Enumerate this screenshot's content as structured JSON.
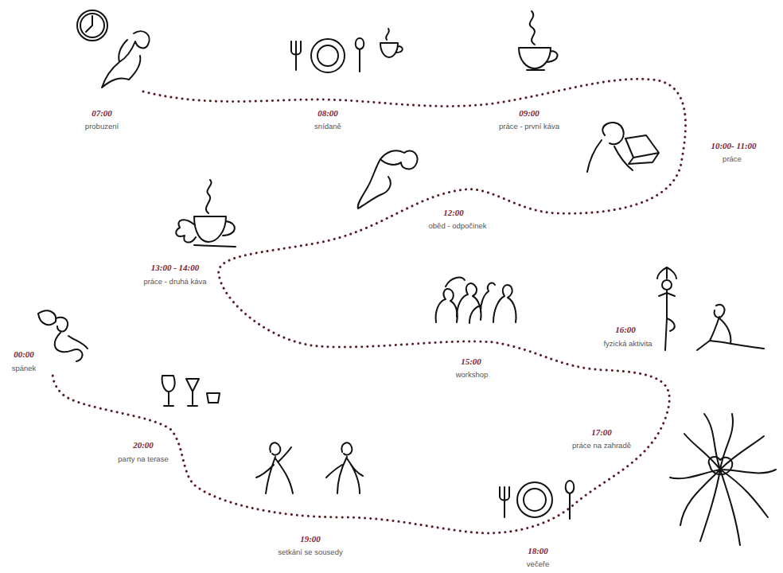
{
  "diagram": {
    "labels": [
      "07:00",
      "probuzení",
      "08:00",
      "snídaně",
      "09:00",
      "práce - první káva",
      "10:00- 11:00",
      "práce",
      "12:00",
      "oběd - odpočinek",
      "13:00 - 14:00",
      "práce - druhá káva",
      "15:00",
      "workshop",
      "16:00",
      "fyzická aktivita",
      "17:00",
      "práce na zahradě",
      "18:00",
      "večeře",
      "19:00",
      "setkání se sousedy",
      "20:00",
      "party na terase",
      "00:00",
      "spánek"
    ]
  }
}
